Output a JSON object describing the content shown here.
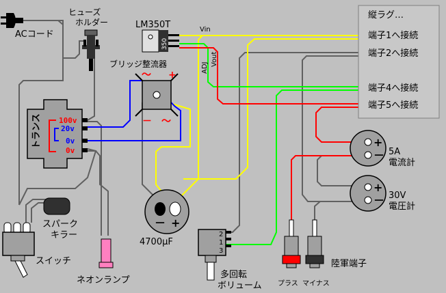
{
  "labels": {
    "ac_cord": "ACコード",
    "fuse_line1": "ヒューズ",
    "fuse_line2": "ホルダー",
    "regulator": "LM350T",
    "regulator_mark": "350",
    "vin": "Vin",
    "vout": "Vout",
    "adj": "ADJ",
    "bridge": "ブリッジ整流器",
    "bridge_ac1": "～",
    "bridge_plus": "+",
    "bridge_minus": "－",
    "bridge_ac2": "～",
    "transformer": "トランス",
    "tap_100": "100v",
    "tap_20": "20v",
    "tap_0a": "0v",
    "tap_0b": "0v",
    "capacitor": "4700μF",
    "cap_minus": "－",
    "cap_plus": "+",
    "spark_line1": "スパーク",
    "spark_line2": "キラー",
    "switch": "スイッチ",
    "neon": "ネオンランプ",
    "lug_title": "縦ラグ…",
    "lug_1": "端子1へ接続",
    "lug_2": "端子2へ接続",
    "lug_4": "端子4へ接続",
    "lug_5": "端子5へ接続",
    "ammeter_line1": "5A",
    "ammeter_line2": "電流計",
    "voltmeter_line1": "30V",
    "voltmeter_line2": "電圧計",
    "meter_plus": "+",
    "meter_minus": "－",
    "pot_pin1": "1",
    "pot_pin2": "2",
    "pot_pin3": "3",
    "pot_line1": "多回転",
    "pot_line2": "ボリューム",
    "terminal_plus": "プラス",
    "terminal_minus": "マイナス",
    "terminals": "陸軍端子"
  },
  "colors": {
    "background": "#c0c0c0",
    "wire_yellow": "#ffff00",
    "wire_green": "#00ff00",
    "wire_red": "#ff0000",
    "wire_blue": "#0000ff",
    "wire_gray": "#606060",
    "body_gray": "#a0a0a0",
    "body_dark": "#303030",
    "pink": "#ff80c0"
  }
}
